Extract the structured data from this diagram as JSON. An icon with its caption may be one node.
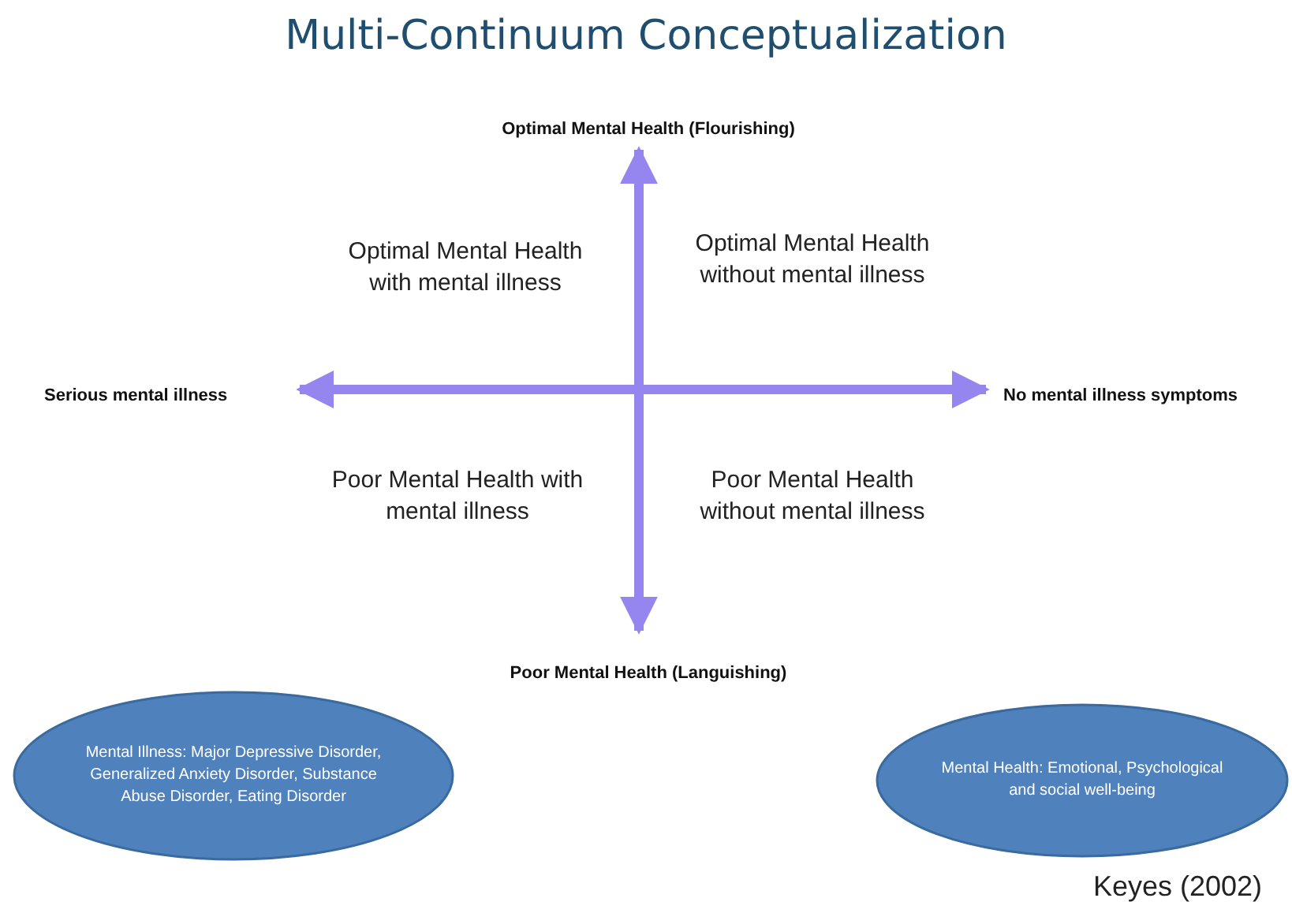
{
  "diagram": {
    "title": "Multi-Continuum Conceptualization",
    "nodes": [
      {
        "text": [
          "Mental Illness: Major Depressive Disorder, Generalized Anxiety Disorder, Substance Abuse Disorder, Eating Disorder"
        ]
      },
      {
        "text": [
          "Mental Health: Emotional, Psychological and social well-being"
        ]
      }
    ],
    "edges": [],
    "labels": [
      "Optimal Mental Health (Flourishing)",
      "Optimal Mental Health with mental illness",
      "Optimal Mental Health without mental illness",
      "Serious mental illness",
      "No mental illness symptoms",
      "Poor Mental Health with mental illness",
      "Poor Mental Health without mental illness",
      "Poor Mental Health (Languishing)",
      "Keyes (2002)"
    ]
  }
}
